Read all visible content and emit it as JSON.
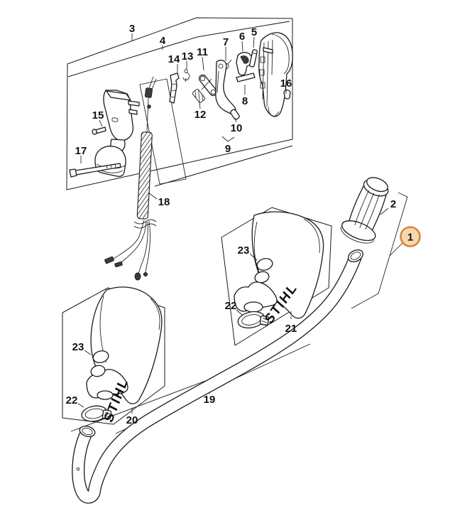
{
  "diagram": {
    "type": "exploded-parts-diagram",
    "background": "#ffffff",
    "line_color": "#1a1a1a",
    "brand_logo": "STIHL",
    "highlighted_item": {
      "number": "1",
      "fill": "#f8d7ae",
      "ring": "#d9863b"
    },
    "callout_numbers": {
      "n1": "1",
      "n2": "2",
      "n3": "3",
      "n4": "4",
      "n5": "5",
      "n6": "6",
      "n7": "7",
      "n8": "8",
      "n9": "9",
      "n10": "10",
      "n11": "11",
      "n12": "12",
      "n13": "13",
      "n14": "14",
      "n15": "15",
      "n16": "16",
      "n17": "17",
      "n18": "18",
      "n19": "19",
      "n20": "20",
      "n21": "21",
      "n22": "22",
      "n23": "23"
    }
  }
}
